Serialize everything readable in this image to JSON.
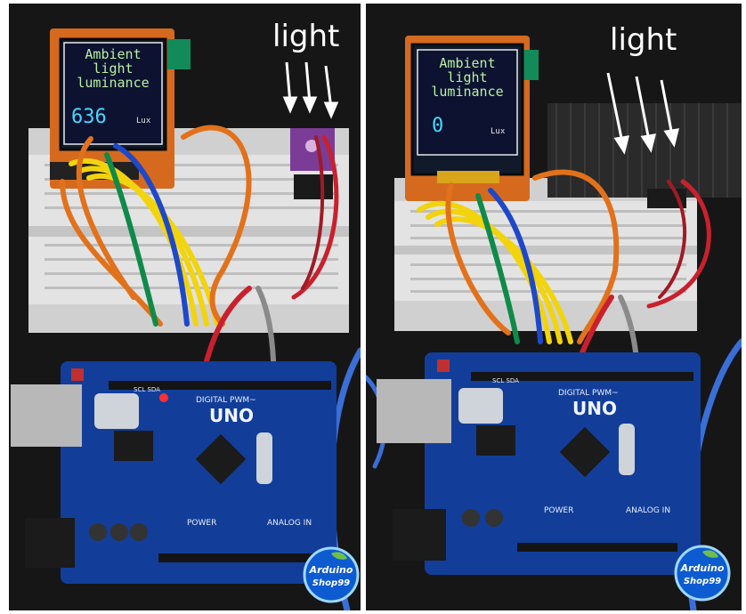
{
  "panels": [
    {
      "screen": {
        "line1": "Ambient",
        "line2": "light",
        "line3": "luminance",
        "value": "636",
        "unit": "Lux"
      },
      "light_label": "light",
      "board_label": "UNO",
      "silkscreen": {
        "digital": "DIGITAL PWM~",
        "power": "POWER",
        "analog": "ANALOG IN",
        "sda": "SCL SDA"
      },
      "badge": {
        "line1": "Arduino",
        "line2": "Shop99"
      }
    },
    {
      "screen": {
        "line1": "Ambient",
        "line2": "light",
        "line3": "luminance",
        "value": "0",
        "unit": "Lux"
      },
      "light_label": "light",
      "board_label": "UNO",
      "silkscreen": {
        "digital": "DIGITAL PWM~",
        "power": "POWER",
        "analog": "ANALOG IN",
        "sda": "SCL SDA"
      },
      "badge": {
        "line1": "Arduino",
        "line2": "Shop99"
      }
    }
  ],
  "colors": {
    "background": "#161616",
    "breadboard": "#e3e3e3",
    "pcb_blue": "#123e9a",
    "tft_frame": "#d56a1e",
    "tft_text": "#b9f1a2",
    "tft_value": "#48d8ff",
    "wire_orange": "#e2711c",
    "wire_yellow": "#f2d40e",
    "wire_blue": "#1f48c8",
    "wire_green": "#0f8a4a",
    "wire_red": "#c9202e",
    "wire_gray": "#8a8a8a",
    "wire_usb_blue": "#3a6fd8",
    "badge_blue": "#0d5bd0",
    "cover_strip": "#2a2a2a"
  },
  "icons": [
    "arrow-down-icon",
    "badge-leaf-icon"
  ]
}
